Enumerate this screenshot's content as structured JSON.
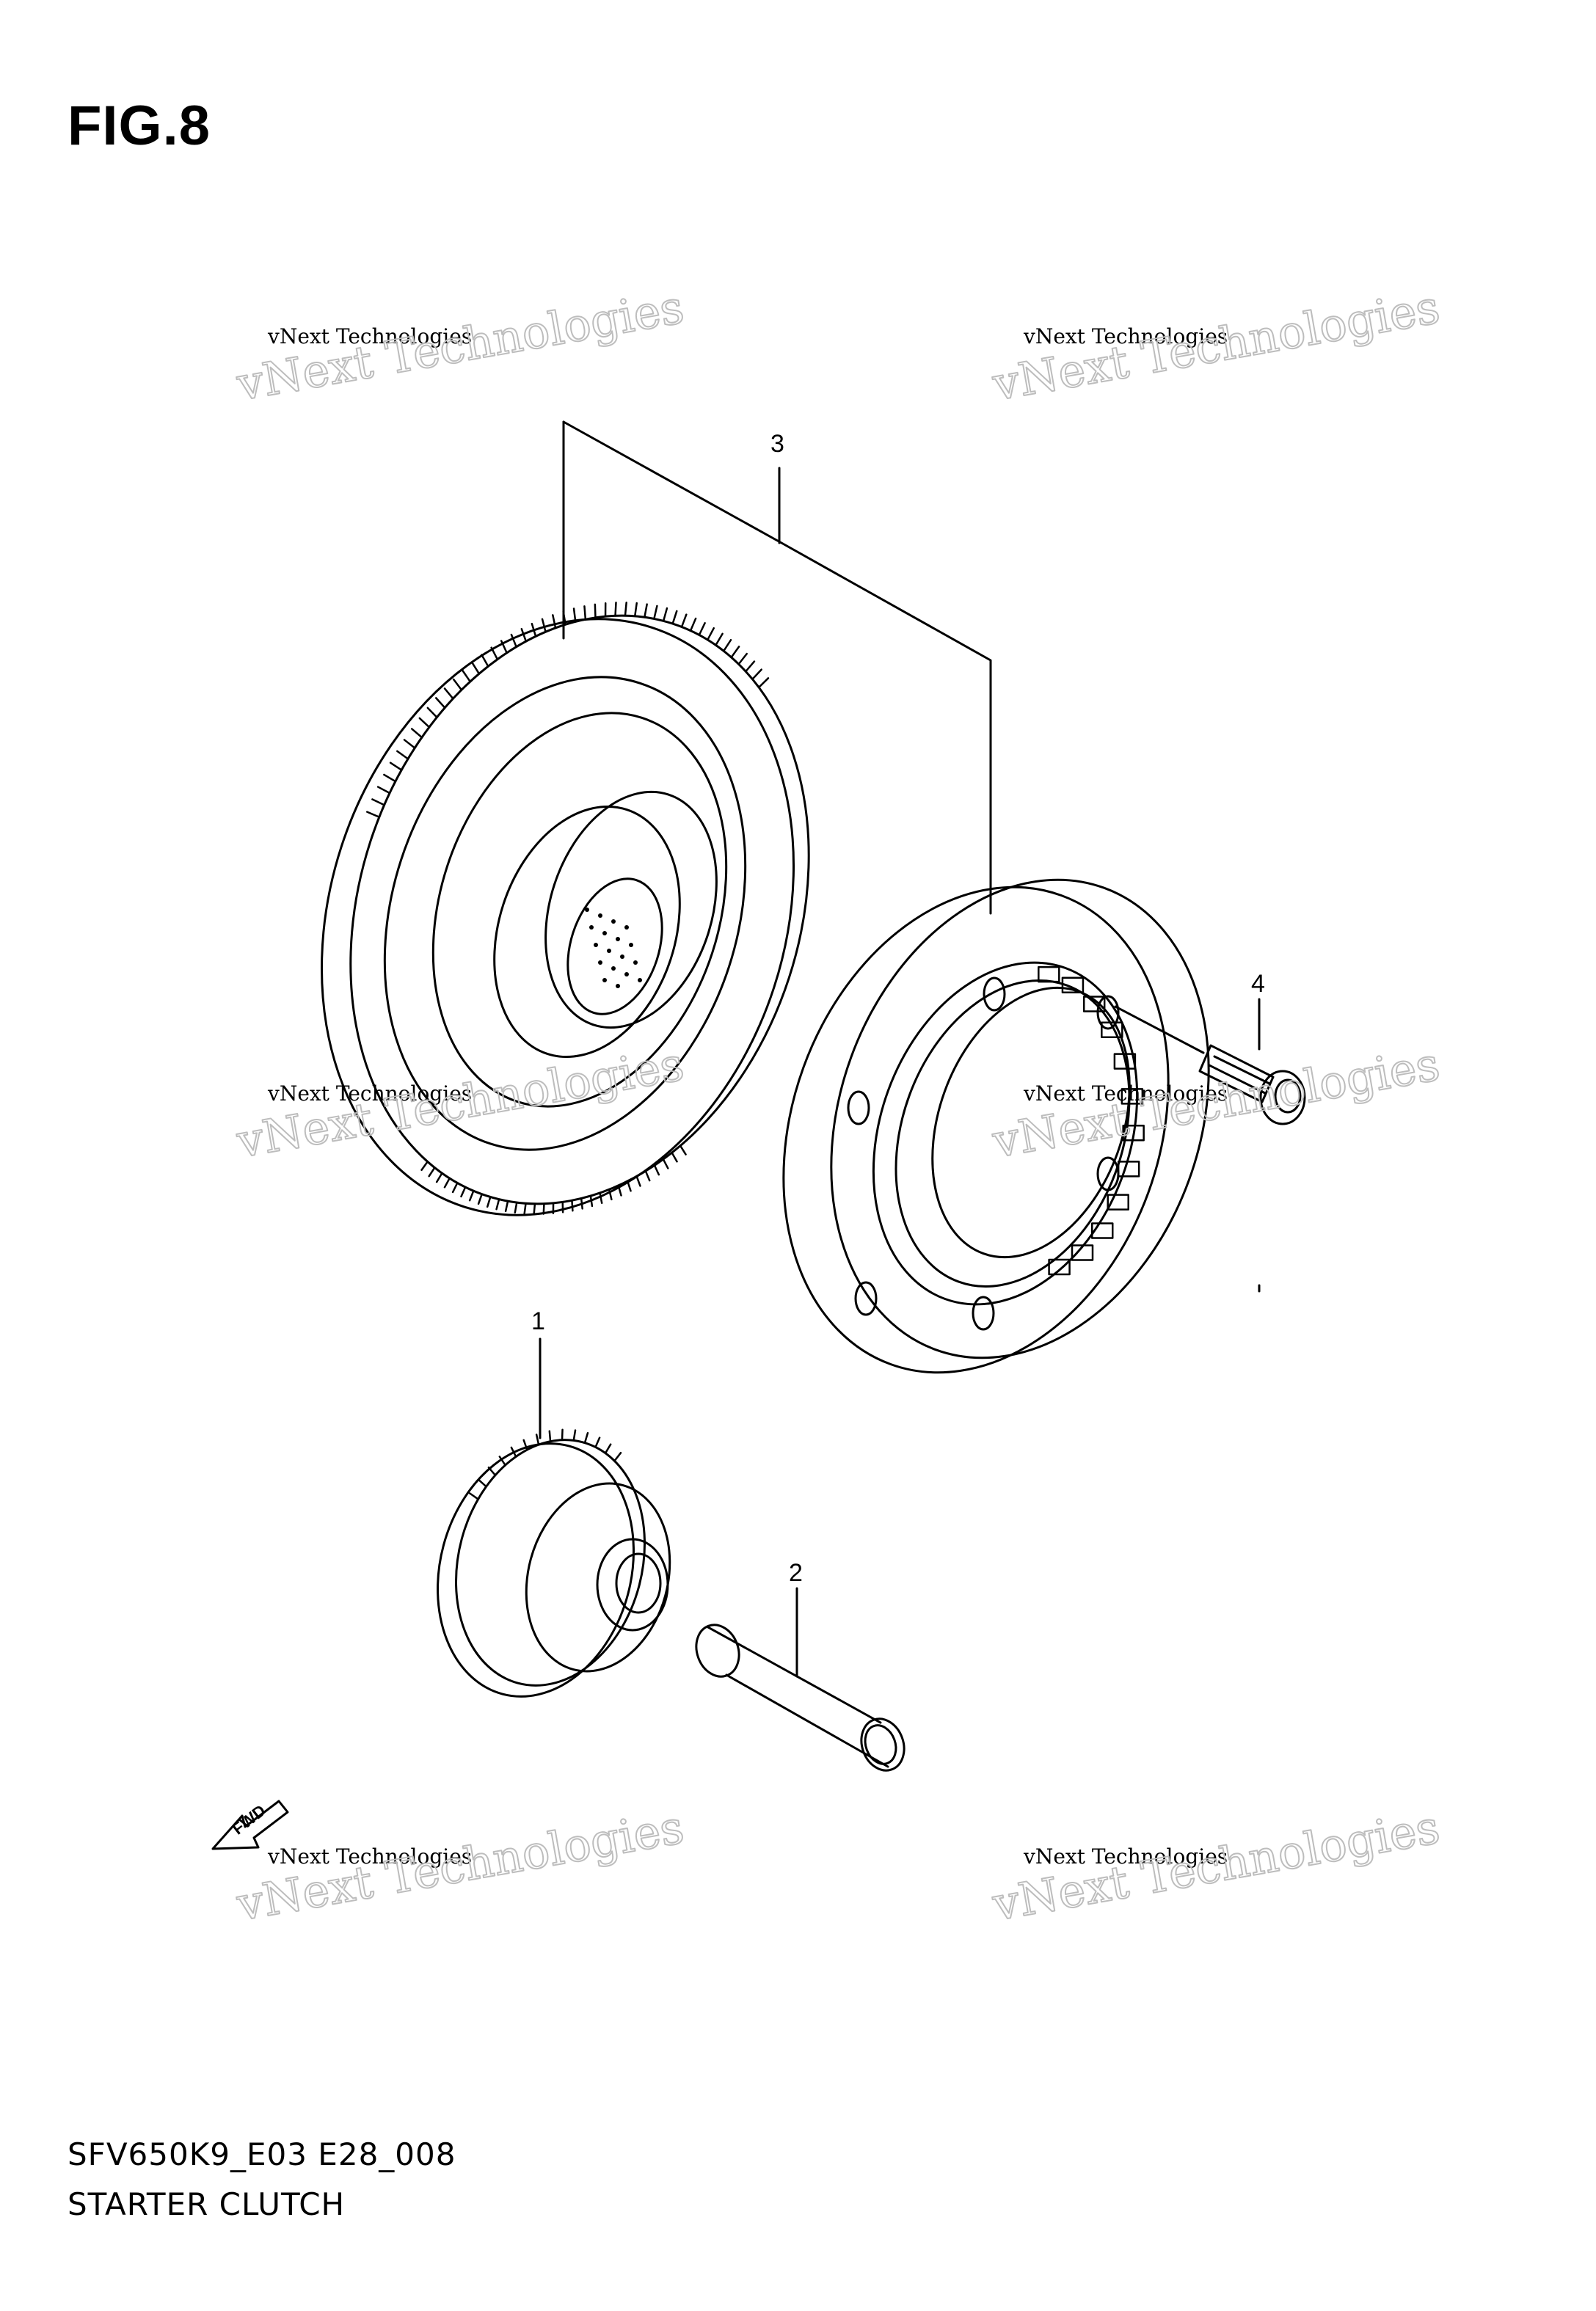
{
  "figure": {
    "title": "FIG.8",
    "model_code": "SFV650K9_E03 E28_008",
    "assembly_name": "STARTER CLUTCH"
  },
  "callouts": [
    {
      "number": "1",
      "part": "starter-driven-gear"
    },
    {
      "number": "2",
      "part": "idler-shaft"
    },
    {
      "number": "3",
      "part": "starter-clutch-assembly"
    },
    {
      "number": "4",
      "part": "bolt"
    }
  ],
  "fwd_arrow": {
    "label": "FWD"
  },
  "watermark": {
    "line_small": "vNext Technologies",
    "line_big": "vNext Technologies"
  },
  "colors": {
    "line": "#000000",
    "background": "#ffffff",
    "watermark": "#b8b8b8"
  }
}
